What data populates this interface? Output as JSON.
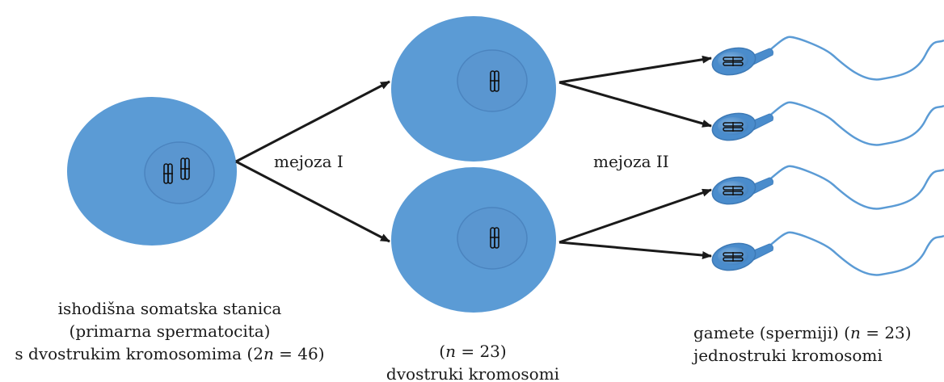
{
  "colors": {
    "cell": "#5b9bd5",
    "nucleus": "#5a96d0",
    "nucleus_edge": "#4b84bf",
    "arrow": "#1a1a1a",
    "chromosome": "#111111"
  },
  "labels": {
    "meiosis_1": "mejoza I",
    "meiosis_2": "mejoza II",
    "somatic_cell": {
      "line1": "ishodišna somatska stanica",
      "line2": "(primarna spermatocita)",
      "line3_prefix": "s dvostrukim kromosomima (2",
      "line3_n": "n",
      "line3_suffix": " = 46)"
    },
    "secondary": {
      "line1_prefix": "(",
      "line1_n": "n",
      "line1_suffix": " = 23)",
      "line2": "dvostruki kromosomi"
    },
    "gametes": {
      "line1_prefix": "gamete (spermiji) (",
      "line1_n": "n",
      "line1_suffix": " = 23)",
      "line2": "jednostruki kromosomi"
    }
  }
}
